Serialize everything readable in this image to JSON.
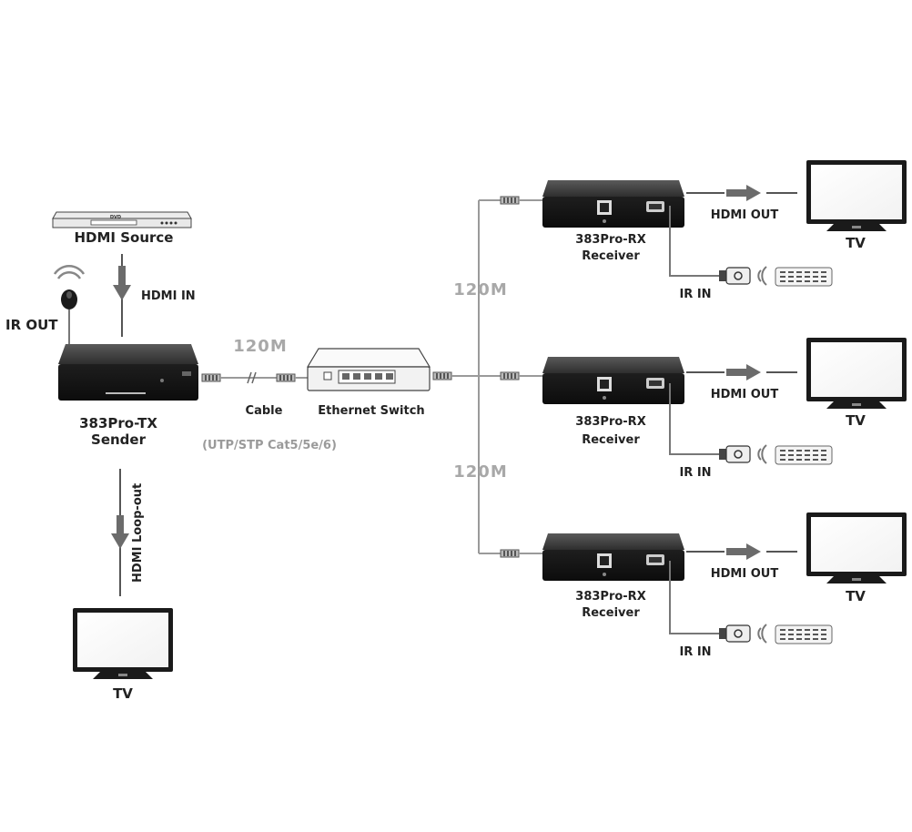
{
  "source": {
    "label": "HDMI Source",
    "device_text": "DVD"
  },
  "sender": {
    "hdmi_in_label": "HDMI IN",
    "ir_out_label": "IR OUT",
    "name_line1": "383Pro-TX",
    "name_line2": "Sender",
    "loop_label": "HDMI Loop-out",
    "tv_label": "TV"
  },
  "link": {
    "distance": "120M",
    "cable_label": "Cable",
    "cable_types": "(UTP/STP Cat5/5e/6)",
    "switch_label": "Ethernet Switch"
  },
  "branch_distances": [
    "120M",
    "120M"
  ],
  "receivers": [
    {
      "name_line1": "383Pro-RX",
      "name_line2": "Receiver",
      "hdmi_out_label": "HDMI OUT",
      "ir_in_label": "IR IN",
      "tv_label": "TV"
    },
    {
      "name_line1": "383Pro-RX",
      "name_line2": "Receiver",
      "hdmi_out_label": "HDMI OUT",
      "ir_in_label": "IR IN",
      "tv_label": "TV"
    },
    {
      "name_line1": "383Pro-RX",
      "name_line2": "Receiver",
      "hdmi_out_label": "HDMI OUT",
      "ir_in_label": "IR IN",
      "tv_label": "TV"
    }
  ],
  "colors": {
    "device_body": "#2b2b2b",
    "device_top": "#4a4a4a",
    "arrow": "#6b6b6b",
    "line": "#555555",
    "cable": "#9a9a9a",
    "label_gray": "#a8a8a8"
  }
}
